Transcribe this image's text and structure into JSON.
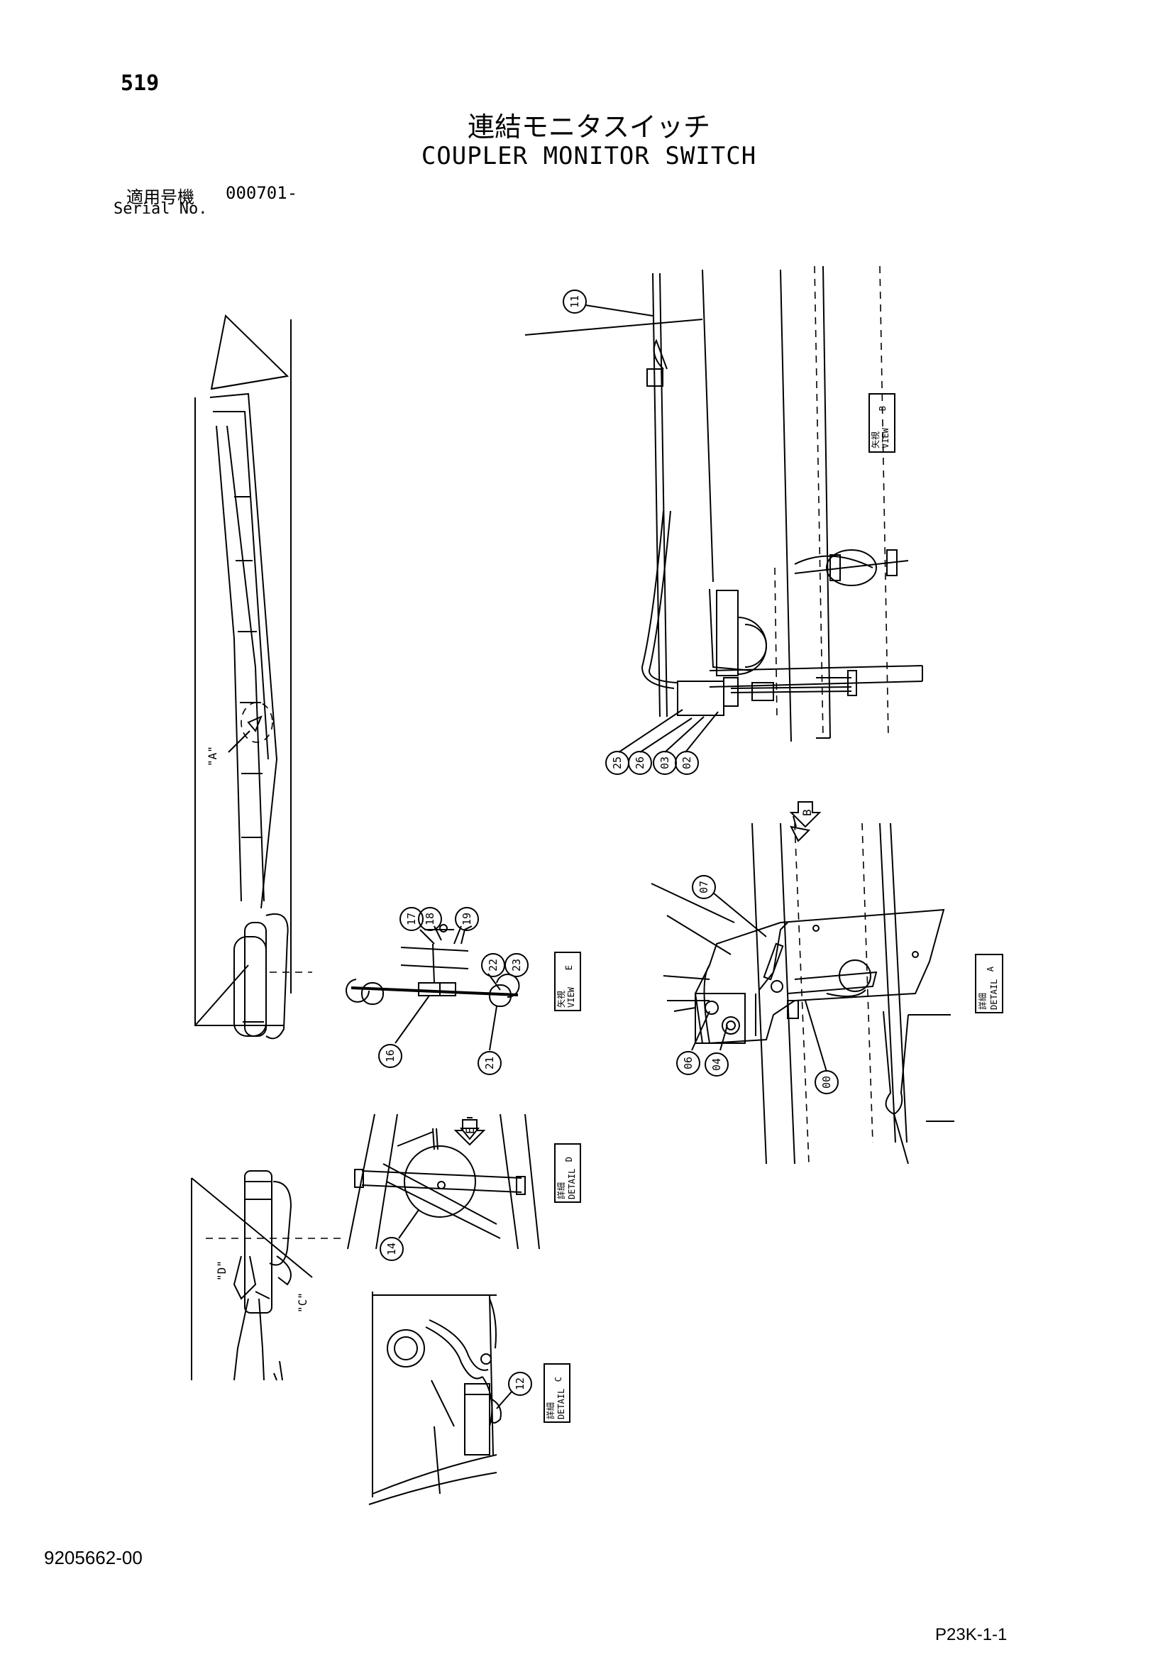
{
  "header": {
    "page_number": "519",
    "title_jp": "連結モニタスイッチ",
    "title_en": "COUPLER MONITOR SWITCH",
    "serial_label_jp": "適用号機",
    "serial_range": "000701-",
    "serial_label_en": "Serial No."
  },
  "footer": {
    "doc_number": "9205662-00",
    "page_code": "P23K-1-1"
  },
  "views": {
    "view_b": {
      "jp": "矢視",
      "en": "VIEW",
      "letter": "B"
    },
    "view_e": {
      "jp": "矢視",
      "en": "VIEW",
      "letter": "E"
    },
    "detail_a": {
      "jp": "詳細",
      "en": "DETAIL",
      "letter": "A"
    },
    "detail_d": {
      "jp": "詳細",
      "en": "DETAIL",
      "letter": "D"
    },
    "detail_c": {
      "jp": "詳細",
      "en": "DETAIL",
      "letter": "C"
    }
  },
  "arrows": {
    "a": "\"A\"",
    "d": "\"D\"",
    "c": "\"C\"",
    "b": "B",
    "e": "E"
  },
  "parts": {
    "p11": "11",
    "p25": "25",
    "p26": "26",
    "p03": "03",
    "p02": "02",
    "p07": "07",
    "p06": "06",
    "p04": "04",
    "p00": "00",
    "p17": "17",
    "p18": "18",
    "p19": "19",
    "p22": "22",
    "p23": "23",
    "p16": "16",
    "p21": "21",
    "p14": "14",
    "p12": "12"
  }
}
